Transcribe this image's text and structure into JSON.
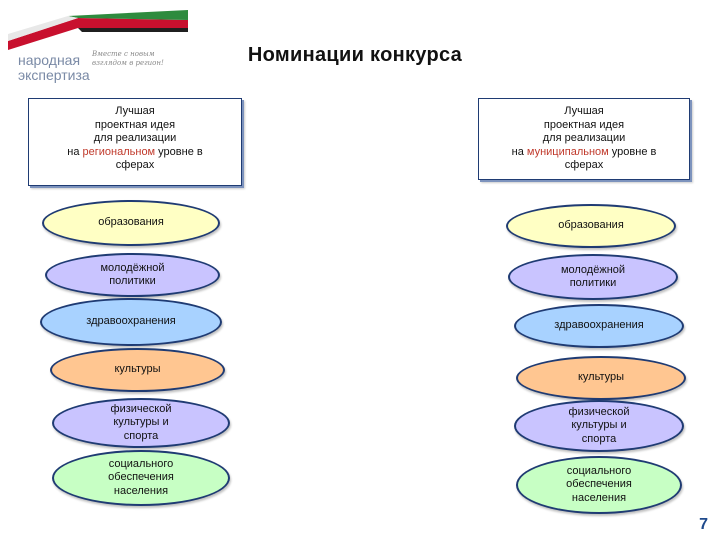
{
  "logo": {
    "line1": "народная",
    "line2": "экспертиза",
    "slogan_line1": "Вместе с новым",
    "slogan_line2": "взглядом в регион!",
    "colors": {
      "green": "#2e8b3e",
      "red": "#c8102e",
      "dark": "#1f1f1f",
      "text": "#7a8aa6"
    }
  },
  "title": "Номинации конкурса",
  "left_header": {
    "line1": "Лучшая",
    "line2": "проектная идея",
    "line3": "для реализации",
    "line4_pre": "на ",
    "line4_hl": "региональном",
    "line4_post": " уровне в",
    "line5": "сферах"
  },
  "right_header": {
    "line1": "Лучшая",
    "line2": "проектная идея",
    "line3": "для реализации",
    "line4_pre": "на ",
    "line4_hl": "муниципальном",
    "line4_post": " уровне в",
    "line5": "сферах"
  },
  "left_items": [
    {
      "lines": [
        "образования"
      ],
      "color": "#ffffc4"
    },
    {
      "lines": [
        "молодёжной",
        "политики"
      ],
      "color": "#c9c4ff"
    },
    {
      "lines": [
        "здравоохранения"
      ],
      "color": "#a8d2ff"
    },
    {
      "lines": [
        "культуры"
      ],
      "color": "#ffc691"
    },
    {
      "lines": [
        "физической",
        "культуры и",
        "спорта"
      ],
      "color": "#c9c4ff"
    },
    {
      "lines": [
        "социального",
        "обеспечения",
        "населения"
      ],
      "color": "#c7ffc4"
    }
  ],
  "right_items": [
    {
      "lines": [
        "образования"
      ],
      "color": "#ffffc4"
    },
    {
      "lines": [
        "молодёжной",
        "политики"
      ],
      "color": "#c9c4ff"
    },
    {
      "lines": [
        "здравоохранения"
      ],
      "color": "#a8d2ff"
    },
    {
      "lines": [
        "культуры"
      ],
      "color": "#ffc691"
    },
    {
      "lines": [
        "физической",
        "культуры и",
        "спорта"
      ],
      "color": "#c9c4ff"
    },
    {
      "lines": [
        "социального",
        "обеспечения",
        "населения"
      ],
      "color": "#c7ffc4"
    }
  ],
  "page_number": "7"
}
